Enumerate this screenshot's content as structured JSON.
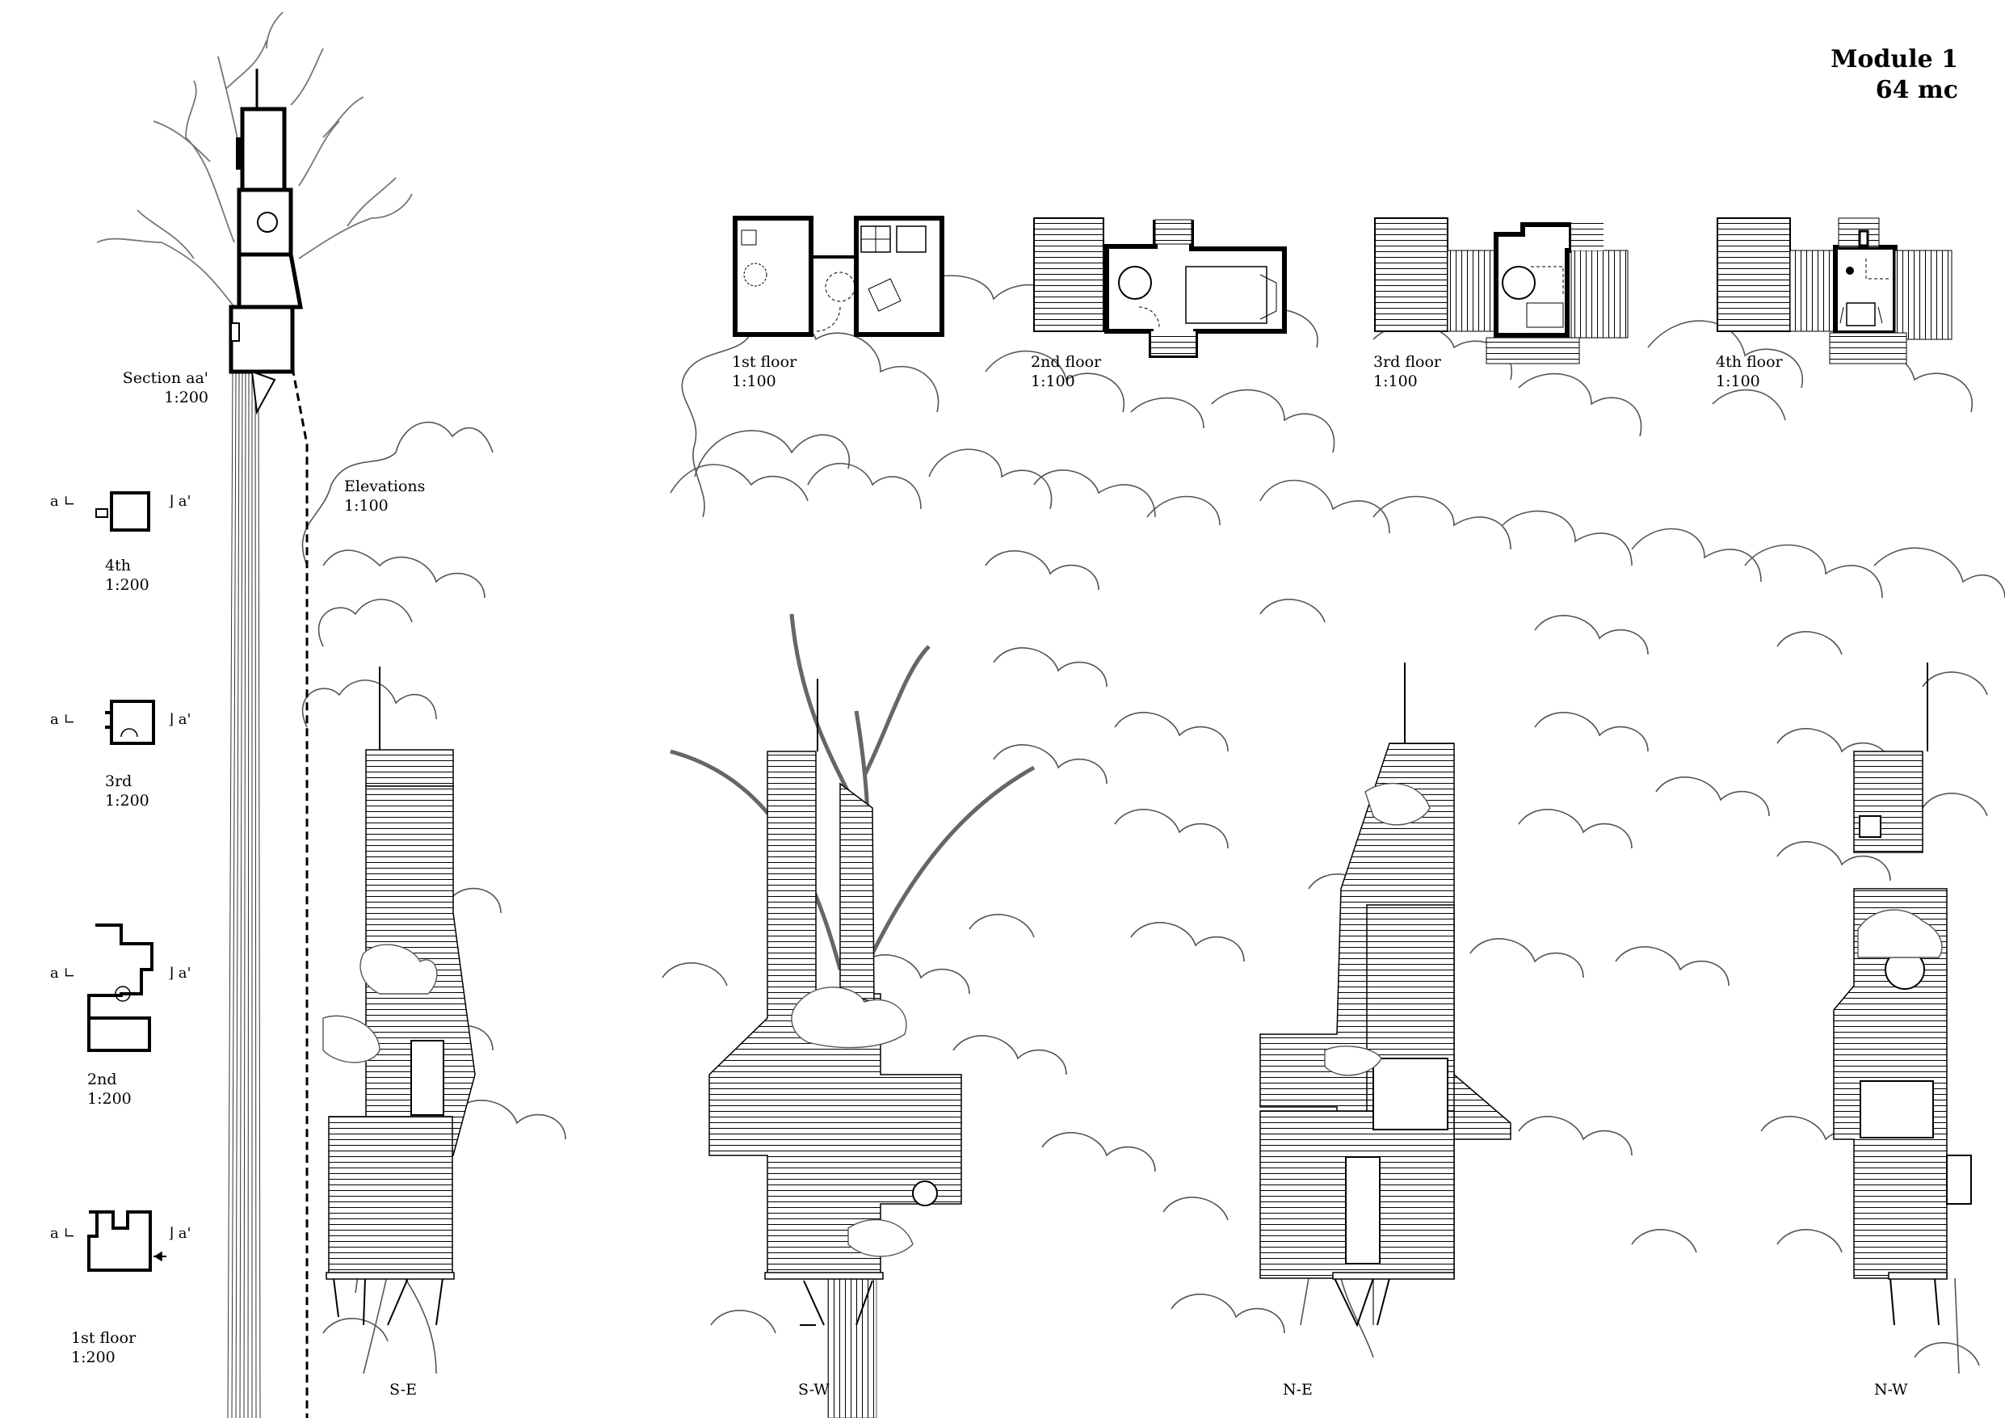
{
  "title": {
    "line1": "Module 1",
    "line2": "64 mc"
  },
  "section": {
    "name": "Section aa'",
    "scale": "1:200"
  },
  "elevations": {
    "name": "Elevations",
    "scale": "1:100"
  },
  "floor_plans": [
    {
      "name": "1st floor",
      "scale": "1:100"
    },
    {
      "name": "2nd floor",
      "scale": "1:100"
    },
    {
      "name": "3rd floor",
      "scale": "1:100"
    },
    {
      "name": "4th floor",
      "scale": "1:100"
    }
  ],
  "key_plans": [
    {
      "name": "4th",
      "scale": "1:200"
    },
    {
      "name": "3rd",
      "scale": "1:200"
    },
    {
      "name": "2nd",
      "scale": "1:200"
    },
    {
      "name": "1st floor",
      "scale": "1:200"
    }
  ],
  "section_marks": {
    "left": "a",
    "right": "a'"
  },
  "elevation_labels": [
    "S-E",
    "S-W",
    "N-E",
    "N-W"
  ]
}
